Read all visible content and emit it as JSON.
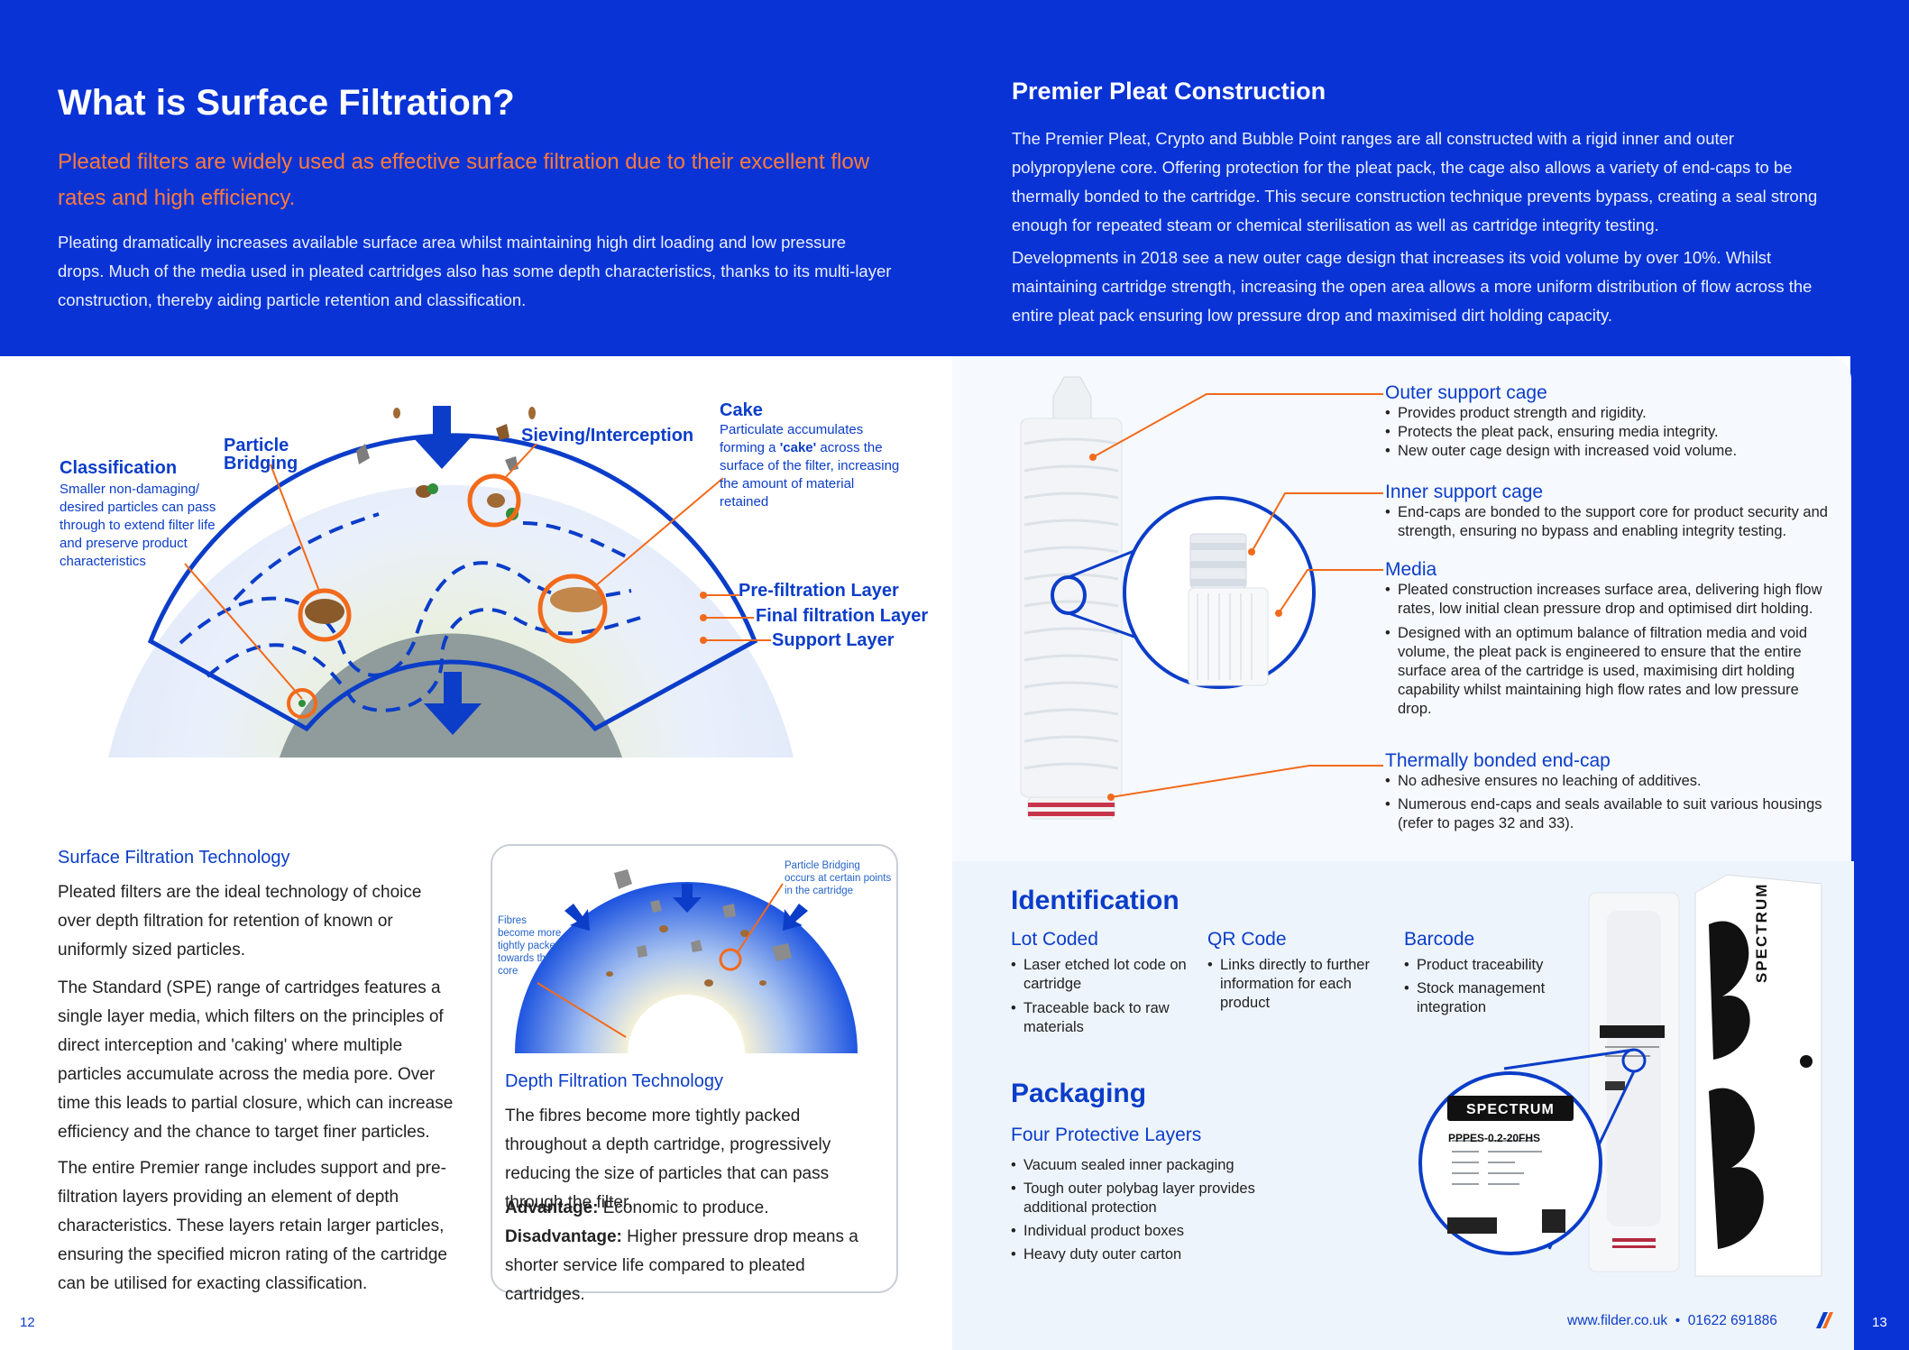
{
  "left": {
    "title": "What is Surface Filtration?",
    "subtitle": "Pleated filters are widely used as effective surface filtration due to their excellent flow rates and high efficiency.",
    "intro": "Pleating dramatically increases available surface area whilst maintaining high dirt loading and low pressure drops. Much of the media used in pleated cartridges also has some depth characteristics, thanks to its multi-layer construction, thereby aiding particle retention and classification."
  },
  "diagram": {
    "classification_title": "Classification",
    "classification_text": "Smaller non-damaging/ desired particles can pass through to extend filter life and preserve product characteristics",
    "bridging_title": "Particle Bridging",
    "sieving_title": "Sieving/Interception",
    "cake_title": "Cake",
    "cake_text_1": "Particulate accumulates forming a ",
    "cake_text_bold": "'cake'",
    "cake_text_2": " across the surface of the filter, increasing the amount of material retained",
    "layer_1": "Pre-filtration Layer",
    "layer_2": "Final filtration Layer",
    "layer_3": "Support Layer"
  },
  "surface_tech": {
    "title": "Surface Filtration Technology",
    "p1": "Pleated filters are the ideal technology of choice over depth filtration for retention of known or uniformly sized particles.",
    "p2": "The Standard (SPE) range of cartridges features a single layer media, which filters on the principles of direct interception and 'caking' where multiple particles accumulate across the media pore. Over time this leads to partial closure, which can increase efficiency and the chance to target finer particles.",
    "p3": "The entire Premier range includes support and pre-filtration layers providing an element of depth characteristics. These layers retain larger particles, ensuring the specified micron rating of the cartridge can be utilised for exacting classification."
  },
  "depth_card": {
    "fibres_label": "Fibres become more tightly packed towards the core",
    "bridging_label": "Particle Bridging occurs at certain points in the cartridge",
    "title": "Depth Filtration Technology",
    "p1": "The fibres become more tightly packed throughout a depth cartridge, progressively reducing the size of particles that can pass through the filter.",
    "advantage_label": "Advantage:",
    "advantage_text": " Economic to produce.",
    "disadvantage_label": "Disadvantage:",
    "disadvantage_text": " Higher pressure drop means a shorter service life compared to pleated cartridges."
  },
  "right": {
    "title": "Premier Pleat Construction",
    "p1": "The Premier Pleat, Crypto and Bubble Point ranges are all constructed with a rigid inner and outer polypropylene core. Offering protection for the pleat pack, the cage also allows a variety of end-caps to be thermally bonded to the cartridge. This secure construction technique prevents bypass, creating a seal strong enough for repeated steam or chemical sterilisation as well as cartridge integrity testing.",
    "p2": "Developments in 2018 see a new outer cage design that increases its void volume by over 10%. Whilst maintaining cartridge strength, increasing the open area allows a more uniform distribution of flow across the entire pleat pack ensuring low pressure drop and maximised dirt holding capacity."
  },
  "construction": [
    {
      "title": "Outer support cage",
      "items": [
        "Provides product strength and rigidity.",
        "Protects the pleat pack, ensuring media integrity.",
        "New outer cage design with increased void volume."
      ]
    },
    {
      "title": "Inner support cage",
      "items": [
        "End-caps are bonded to the support core for product security and strength, ensuring no bypass and enabling integrity testing."
      ]
    },
    {
      "title": "Media",
      "items": [
        "Pleated construction increases surface area, delivering high flow rates, low initial clean pressure drop and optimised dirt holding.",
        "Designed with an optimum balance of filtration media and void volume, the pleat pack is engineered to ensure that the entire surface area of the cartridge is used, maximising dirt holding capability whilst maintaining high flow rates and low pressure drop."
      ]
    },
    {
      "title": "Thermally bonded end-cap",
      "items": [
        "No adhesive ensures no leaching of additives.",
        "Numerous end-caps and seals available to suit various housings (refer to pages 32 and 33)."
      ]
    }
  ],
  "identification": {
    "title": "Identification",
    "cols": [
      {
        "title": "Lot Coded",
        "items": [
          "Laser etched lot code on cartridge",
          "Traceable back to raw materials"
        ]
      },
      {
        "title": "QR Code",
        "items": [
          "Links directly to further information for each product"
        ]
      },
      {
        "title": "Barcode",
        "items": [
          "Product traceability",
          "Stock management integration"
        ]
      }
    ]
  },
  "packaging": {
    "title": "Packaging",
    "subtitle": "Four Protective Layers",
    "items": [
      "Vacuum sealed inner packaging",
      "Tough outer polybag layer provides additional protection",
      "Individual product boxes",
      "Heavy duty outer carton"
    ]
  },
  "label": {
    "brand": "SPECTRUM",
    "code": "PPPES-0.2-20FHS",
    "box_brand": "SPECTRUM"
  },
  "footer": {
    "page_left": "12",
    "page_right": "13",
    "contact": "www.filder.co.uk  •  01622 691886"
  },
  "colors": {
    "brand_blue": "#0a33d6",
    "accent_orange": "#f26a1b",
    "text_blue": "#0b3dc9"
  }
}
